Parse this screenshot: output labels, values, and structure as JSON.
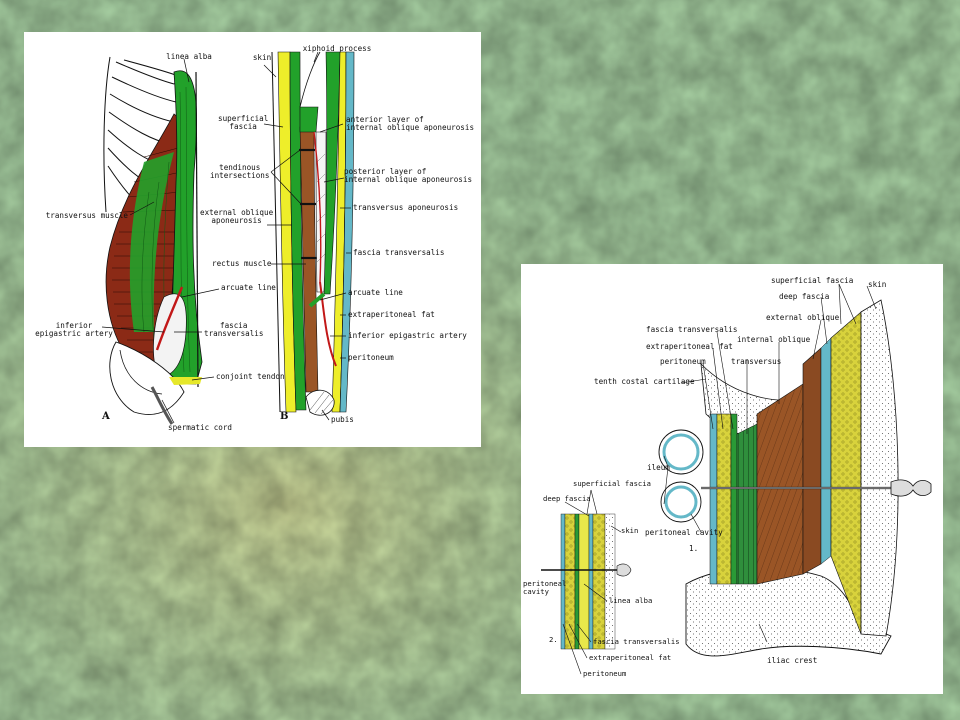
{
  "background": {
    "base_color": "#a9d2a4",
    "accent_color": "#c9dca3"
  },
  "colors": {
    "muscle_red": "#8b2a16",
    "fascia_green": "#22a12a",
    "fascia_yellow": "#eeee2a",
    "fascia_blue": "#64b8c8",
    "muscle_brown": "#9a5526",
    "fat_yellow": "#d8d23c"
  },
  "figure1": {
    "panel_a": {
      "tag": "A",
      "labels": {
        "linea_alba": "linea alba",
        "transversus_muscle": "transversus muscle",
        "arcuate_line": "arcuate line",
        "inferior_epigastric_artery": "inferior\nepigastric artery",
        "fascia_transversalis": "fascia\ntransversalis",
        "conjoint_tendon": "conjoint tendon",
        "spermatic_cord": "spermatic cord"
      }
    },
    "panel_b": {
      "tag": "B",
      "labels": {
        "skin": "skin",
        "xiphoid_process": "xiphoid process",
        "superficial_fascia": "superficial\nfascia",
        "anterior_layer": "anterior layer of\ninternal oblique aponeurosis",
        "tendinous_intersections": "tendinous\nintersections",
        "posterior_layer": "posterior layer of\ninternal oblique aponeurosis",
        "transversus_aponeurosis": "transversus aponeurosis",
        "external_oblique_aponeurosis": "external oblique\naponeurosis",
        "fascia_transversalis": "fascia transversalis",
        "rectus_muscle": "rectus muscle",
        "arcuate_line": "arcuate line",
        "extraperitoneal_fat": "extraperitoneal fat",
        "inferior_epigastric_artery": "inferior epigastric artery",
        "peritoneum": "peritoneum",
        "pubis": "pubis"
      }
    }
  },
  "figure2": {
    "labels": {
      "superficial_fascia": "superficial fascia",
      "skin": "skin",
      "deep_fascia": "deep fascia",
      "external_oblique": "external oblique",
      "internal_oblique": "internal oblique",
      "fascia_transversalis": "fascia transversalis",
      "extraperitoneal_fat": "extraperitoneal fat",
      "peritoneum": "peritoneum",
      "transversus": "transversus",
      "tenth_costal_cartilage": "tenth costal cartilage",
      "ileum": "ileum",
      "peritoneal_cavity": "peritoneal cavity",
      "fig_num_1": "1.",
      "iliac_crest": "iliac crest"
    },
    "inset": {
      "labels": {
        "superficial_fascia": "superficial fascia",
        "deep_fascia": "deep fascia",
        "skin": "skin",
        "peritoneal_cavity": "peritoneal\ncavity",
        "linea_alba": "linea alba",
        "fig_num_2": "2.",
        "fascia_transversalis": "fascia transversalis",
        "extraperitoneal_fat": "extraperitoneal fat",
        "peritoneum": "peritoneum"
      }
    }
  }
}
